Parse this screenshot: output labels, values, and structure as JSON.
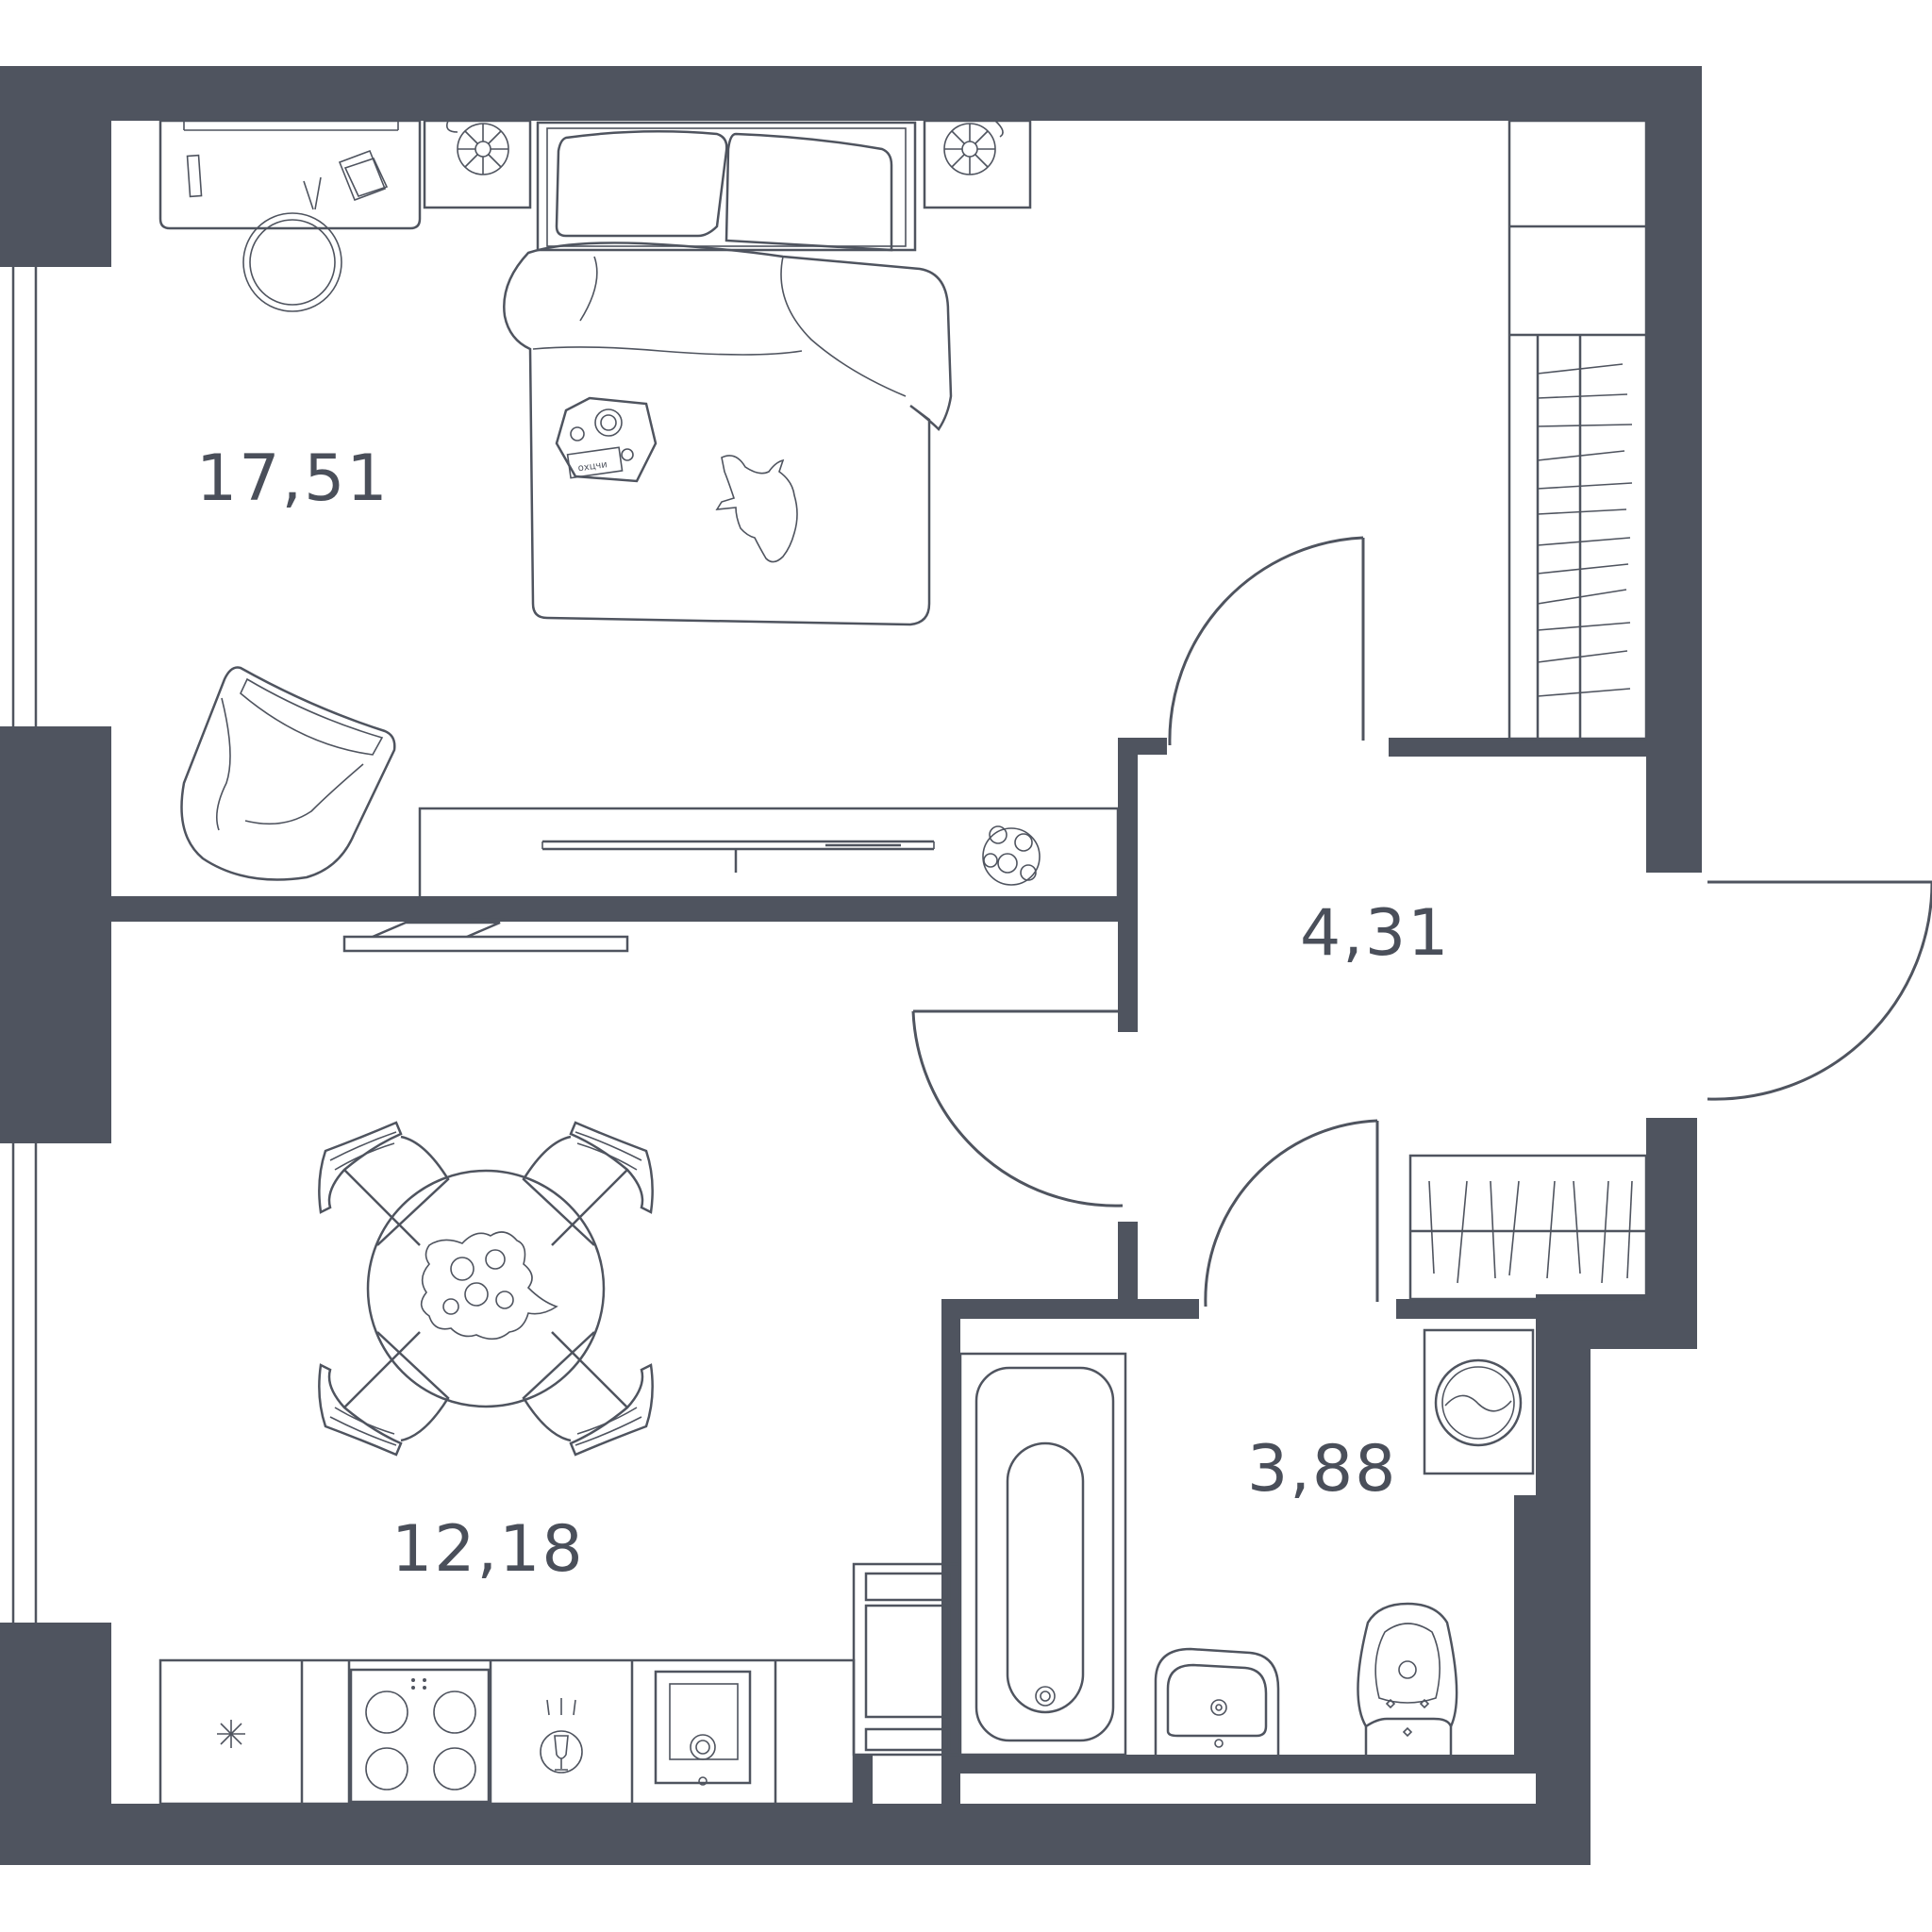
{
  "rooms": [
    {
      "id": "bedroom",
      "area": "17,51"
    },
    {
      "id": "hall",
      "area": "4,31"
    },
    {
      "id": "bathroom",
      "area": "3,88"
    },
    {
      "id": "kitchen",
      "area": "12,18"
    }
  ],
  "book_label": "охцчи",
  "colors": {
    "wall": "#4f545f",
    "background": "#ffffff",
    "label": "#4a4f5a"
  }
}
